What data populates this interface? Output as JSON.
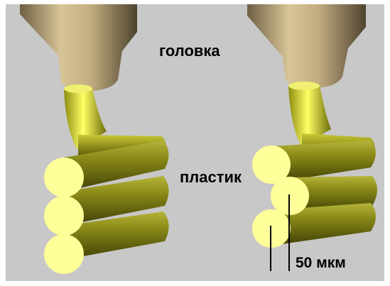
{
  "labels": {
    "head": "головка",
    "plastic": "пластик",
    "layer_offset": "50 мкм"
  },
  "colors": {
    "background": "#c8c8c8",
    "frame": "#ffffff",
    "nozzle_body": "#b9a37a",
    "filament_tube": "#d8d82a",
    "filament_body": "#7f7f12",
    "filament_end": "#ffff99",
    "dimension_line": "#000000"
  }
}
